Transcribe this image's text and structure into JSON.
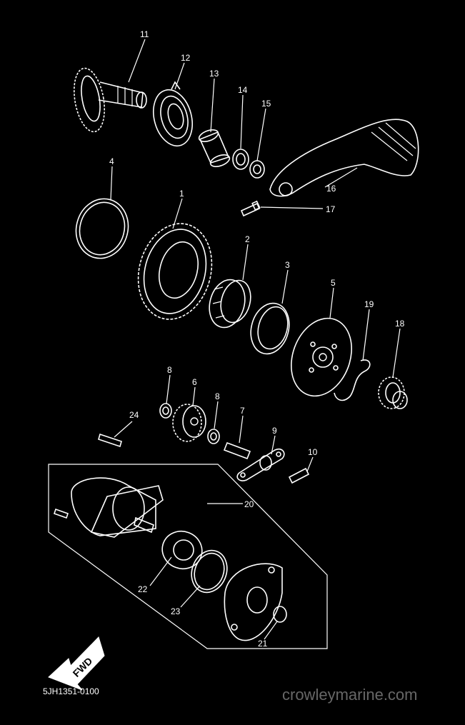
{
  "diagram": {
    "part_code": "5JH1351-0100",
    "watermark": "crowleymarine.com",
    "fwd_label": "FWD",
    "callouts": {
      "c1": "1",
      "c2": "2",
      "c3": "3",
      "c4": "4",
      "c5": "5",
      "c6": "6",
      "c7": "7",
      "c8a": "8",
      "c8b": "8",
      "c9": "9",
      "c10": "10",
      "c11": "11",
      "c12": "12",
      "c13": "13",
      "c14": "14",
      "c15": "15",
      "c16": "16",
      "c17": "17",
      "c18": "18",
      "c19": "19",
      "c20": "20",
      "c21": "21",
      "c22": "22",
      "c23": "23",
      "c24": "24"
    }
  }
}
